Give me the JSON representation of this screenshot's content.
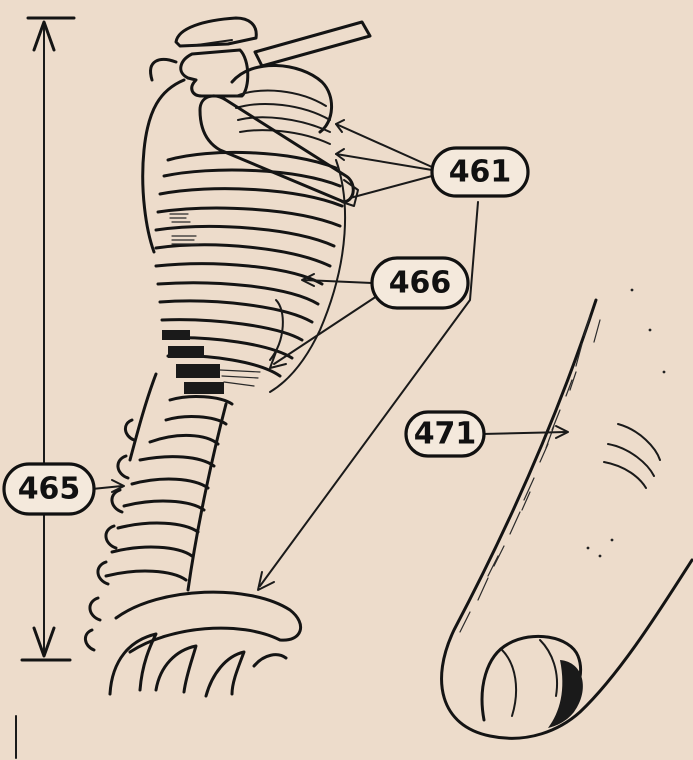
{
  "labels": {
    "label_461": "461",
    "label_466": "466",
    "label_465": "465",
    "label_471": "471"
  },
  "colors": {
    "background": "#eddccb",
    "ink": "#141414"
  }
}
